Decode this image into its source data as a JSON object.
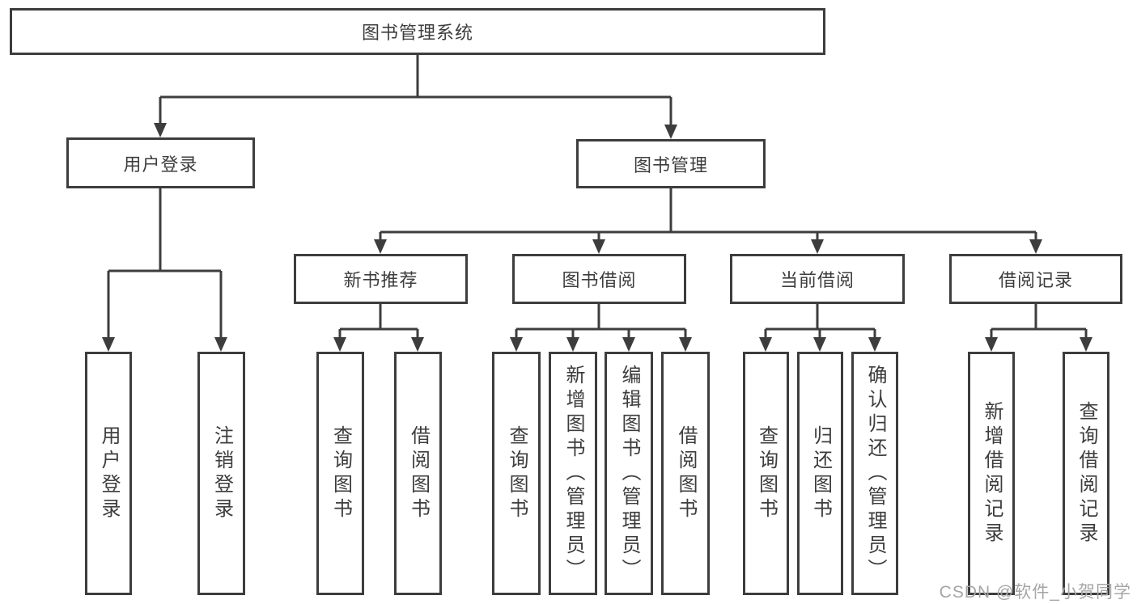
{
  "diagram": {
    "title": "图书管理系统",
    "modules": [
      {
        "label": "用户登录",
        "features": [
          {
            "label": "用户登录"
          },
          {
            "label": "注销登录"
          }
        ]
      },
      {
        "label": "图书管理",
        "submodules": [
          {
            "label": "新书推荐",
            "features": [
              {
                "label": "查询图书"
              },
              {
                "label": "借阅图书"
              }
            ]
          },
          {
            "label": "图书借阅",
            "features": [
              {
                "label": "查询图书"
              },
              {
                "label": "新增图书（管理员）"
              },
              {
                "label": "编辑图书（管理员）"
              },
              {
                "label": "借阅图书"
              }
            ]
          },
          {
            "label": "当前借阅",
            "features": [
              {
                "label": "查询图书"
              },
              {
                "label": "归还图书"
              },
              {
                "label": "确认归还（管理员）"
              }
            ]
          },
          {
            "label": "借阅记录",
            "features": [
              {
                "label": "新增借阅记录"
              },
              {
                "label": "查询借阅记录"
              }
            ]
          }
        ]
      }
    ]
  },
  "watermark": {
    "text": "CSDN @软件_小贺同学"
  },
  "colors": {
    "line": "#3d3d3d",
    "text": "#3d3d3d",
    "watermark": "#a6a6a6",
    "background": "#ffffff"
  }
}
